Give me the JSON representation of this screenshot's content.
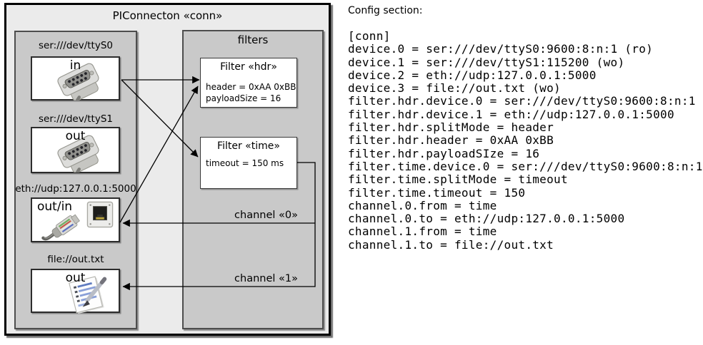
{
  "colors": {
    "outer_background": "#ebebeb",
    "group_background": "#c9c9c9",
    "line_color": "#000000"
  },
  "diagram": {
    "title": "PIConnecton «conn»",
    "filters_title": "filters",
    "devices": [
      {
        "label": "ser:///dev/ttyS0",
        "port": "in",
        "icon": "serial-port-image"
      },
      {
        "label": "ser:///dev/ttyS1",
        "port": "out",
        "icon": "serial-port-image"
      },
      {
        "label": "eth://udp:127.0.0.1:5000",
        "port": "out/in",
        "icon": "ethernet-image"
      },
      {
        "label": "file://out.txt",
        "port": "out",
        "icon": "notepad-image"
      }
    ],
    "filters": [
      {
        "title": "Filter «hdr»",
        "attributes": [
          "header = 0xAA 0xBB",
          "payloadSize = 16"
        ]
      },
      {
        "title": "Filter «time»",
        "attributes": [
          "timeout = 150 ms"
        ]
      }
    ],
    "channels": [
      {
        "label": "channel «0»"
      },
      {
        "label": "channel «1»"
      }
    ]
  },
  "config": {
    "heading": "Config section:",
    "lines": [
      "[conn]",
      "device.0 = ser:///dev/ttyS0:9600:8:n:1 (ro)",
      "device.1 = ser:///dev/ttyS1:115200 (wo)",
      "device.2 = eth://udp:127.0.0.1:5000",
      "device.3 = file://out.txt (wo)",
      "filter.hdr.device.0 = ser:///dev/ttyS0:9600:8:n:1",
      "filter.hdr.device.1 = eth://udp:127.0.0.1:5000",
      "filter.hdr.splitMode = header",
      "filter.hdr.header = 0xAA 0xBB",
      "filter.hdr.payloadSIze = 16",
      "filter.time.device.0 = ser:///dev/ttyS0:9600:8:n:1",
      "filter.time.splitMode = timeout",
      "filter.time.timeout = 150",
      "channel.0.from = time",
      "channel.0.to = eth://udp:127.0.0.1:5000",
      "channel.1.from = time",
      "channel.1.to = file://out.txt"
    ]
  }
}
